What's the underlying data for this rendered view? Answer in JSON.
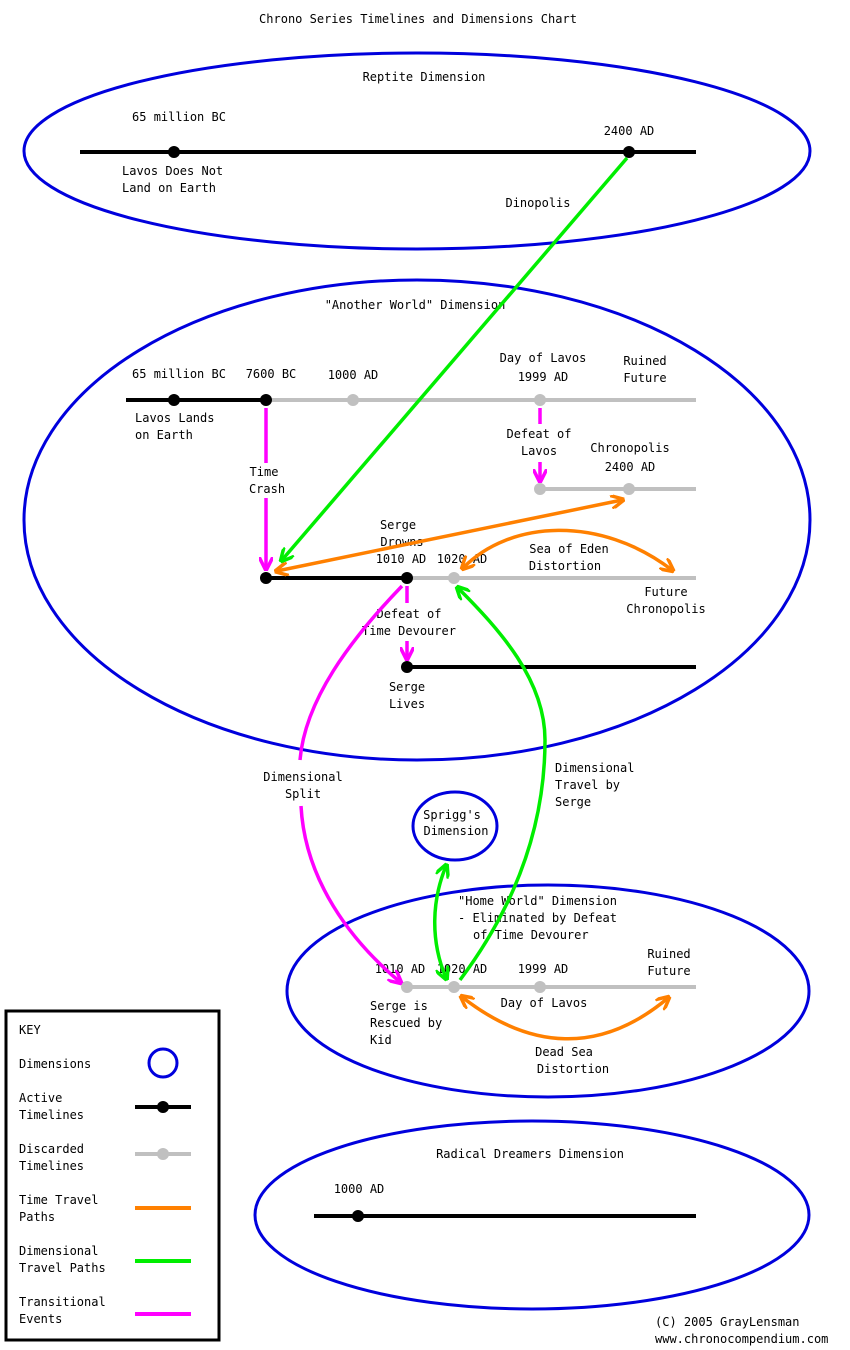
{
  "title": "Chrono Series Timelines and Dimensions Chart",
  "colors": {
    "dimension": "#0000dd",
    "active": "#000000",
    "discarded": "#c0c0c0",
    "time_travel": "#ff8000",
    "dimensional_travel": "#00ee00",
    "transitional": "#ff00ff"
  },
  "dimensions": {
    "reptite": {
      "label": "Reptite Dimension",
      "events": {
        "e65m_top": "65 million BC",
        "e65m_bottom1": "Lavos Does Not",
        "e65m_bottom2": "Land on Earth",
        "e2400": "2400 AD"
      }
    },
    "another_world": {
      "label": "\"Another World\" Dimension",
      "events": {
        "e65m": "65 million BC",
        "e65m_bottom1": "Lavos Lands",
        "e65m_bottom2": "on Earth",
        "e7600": "7600 BC",
        "e1000": "1000 AD",
        "lavos_top1": "Day of Lavos",
        "lavos_top2": "1999 AD",
        "ruined1": "Ruined",
        "ruined2": "Future",
        "defeat_lavos1": "Defeat of",
        "defeat_lavos2": "Lavos",
        "chronopolis1": "Chronopolis",
        "chronopolis2": "2400 AD",
        "time_crash1": "Time",
        "time_crash2": "Crash",
        "serge_drowns1": "Serge",
        "serge_drowns2": "Drowns",
        "e1010": "1010 AD",
        "e1020": "1020 AD",
        "sea_eden1": "Sea of Eden",
        "sea_eden2": "Distortion",
        "future_chrono1": "Future",
        "future_chrono2": "Chronopolis",
        "defeat_td1": "Defeat of",
        "defeat_td2": "Time Devourer",
        "serge_lives1": "Serge",
        "serge_lives2": "Lives"
      }
    },
    "spriggs": {
      "label1": "Sprigg's",
      "label2": "Dimension"
    },
    "home_world": {
      "label1": "\"Home World\" Dimension",
      "label2": "- Eliminated by Defeat",
      "label3": "of Time Devourer",
      "events": {
        "e1010": "1010 AD",
        "e1020": "1020 AD",
        "e1999": "1999 AD",
        "ruined1": "Ruined",
        "ruined2": "Future",
        "rescued1": "Serge is",
        "rescued2": "Rescued by",
        "rescued3": "Kid",
        "day_lavos": "Day of Lavos",
        "dead_sea1": "Dead Sea",
        "dead_sea2": "Distortion"
      }
    },
    "radical_dreamers": {
      "label": "Radical Dreamers Dimension",
      "events": {
        "e1000": "1000 AD"
      }
    }
  },
  "paths": {
    "dinopolis": "Dinopolis",
    "dim_split1": "Dimensional",
    "dim_split2": "Split",
    "dim_travel1": "Dimensional",
    "dim_travel2": "Travel by",
    "dim_travel3": "Serge"
  },
  "key": {
    "title": "KEY",
    "items": [
      {
        "label1": "Dimensions",
        "label2": "",
        "symbol": "circle"
      },
      {
        "label1": "Active",
        "label2": "Timelines",
        "symbol": "active-line"
      },
      {
        "label1": "Discarded",
        "label2": "Timelines",
        "symbol": "discarded-line"
      },
      {
        "label1": "Time Travel",
        "label2": "Paths",
        "symbol": "orange-line"
      },
      {
        "label1": "Dimensional",
        "label2": "Travel Paths",
        "symbol": "green-line"
      },
      {
        "label1": "Transitional",
        "label2": "Events",
        "symbol": "magenta-line"
      }
    ]
  },
  "credits": {
    "line1": "(C) 2005 GrayLensman",
    "line2": "www.chronocompendium.com"
  }
}
